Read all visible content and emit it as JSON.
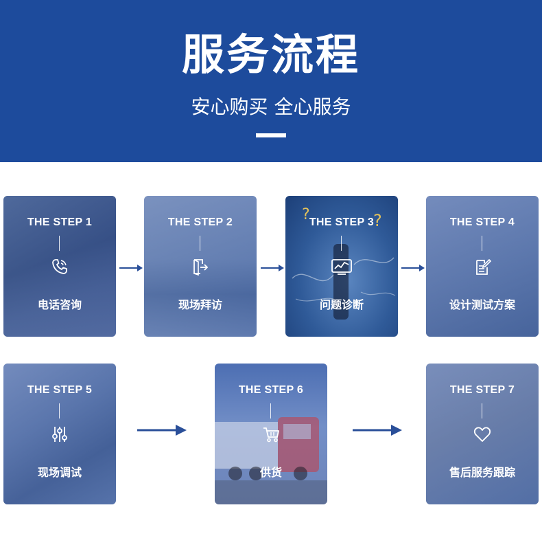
{
  "header": {
    "title": "服务流程",
    "subtitle": "安心购买 全心服务"
  },
  "steps": [
    {
      "title": "THE STEP 1",
      "label": "电话咨询",
      "icon": "phone-icon"
    },
    {
      "title": "THE STEP 2",
      "label": "现场拜访",
      "icon": "door-exit-icon"
    },
    {
      "title": "THE STEP 3",
      "label": "问题诊断",
      "icon": "chart-monitor-icon"
    },
    {
      "title": "THE STEP 4",
      "label": "设计测试方案",
      "icon": "clipboard-edit-icon"
    },
    {
      "title": "THE STEP 5",
      "label": "现场调试",
      "icon": "sliders-icon"
    },
    {
      "title": "THE STEP 6",
      "label": "供货",
      "icon": "shopping-cart-icon"
    },
    {
      "title": "THE STEP 7",
      "label": "售后服务跟踪",
      "icon": "heart-icon"
    }
  ],
  "colors": {
    "header_bg": "#1d4b9c",
    "arrow": "#2a4f99",
    "card_overlay": "#3a63b0"
  }
}
